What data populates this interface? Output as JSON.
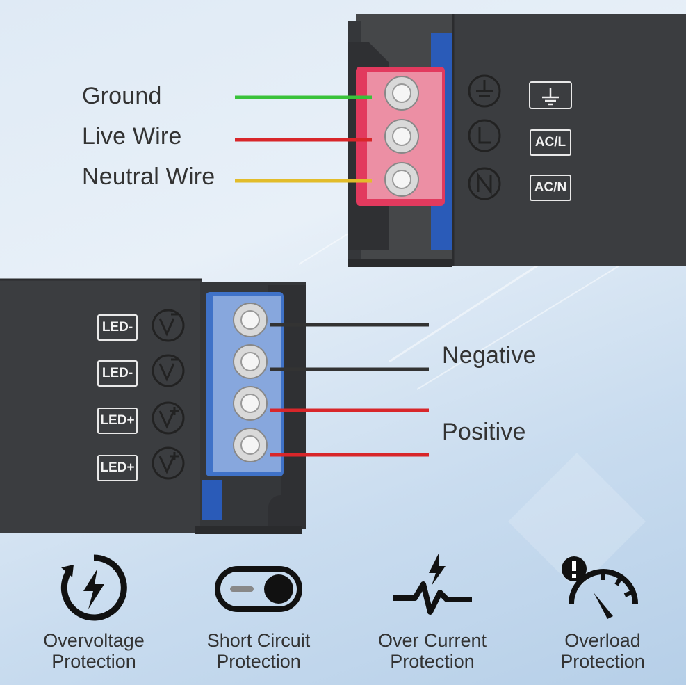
{
  "wires_top": {
    "ground_label": "Ground",
    "live_label": "Live Wire",
    "neutral_label": "Neutral Wire"
  },
  "top_terminal_tags": [
    "AC/L",
    "AC/N"
  ],
  "bottom_terminal_tags": [
    "LED-",
    "LED-",
    "LED+",
    "LED+"
  ],
  "wires_bottom": {
    "negative_label": "Negative",
    "positive_label": "Positive"
  },
  "features": [
    {
      "line1": "Overvoltage",
      "line2": "Protection",
      "icon": "lightning-cycle-icon"
    },
    {
      "line1": "Short Circuit",
      "line2": "Protection",
      "icon": "toggle-switch-icon"
    },
    {
      "line1": "Over Current",
      "line2": "Protection",
      "icon": "current-spike-icon"
    },
    {
      "line1": "Overload",
      "line2": "Protection",
      "icon": "gauge-warning-icon"
    }
  ],
  "colors": {
    "ground_wire": "#39c23a",
    "live_wire": "#d8262a",
    "neutral_wire": "#e2bc2a",
    "negative_wire": "#333333",
    "positive_wire": "#d8262a",
    "housing": "#3b3d40",
    "top_terminal": "#e23a5e",
    "bottom_terminal": "#3f72c8"
  }
}
